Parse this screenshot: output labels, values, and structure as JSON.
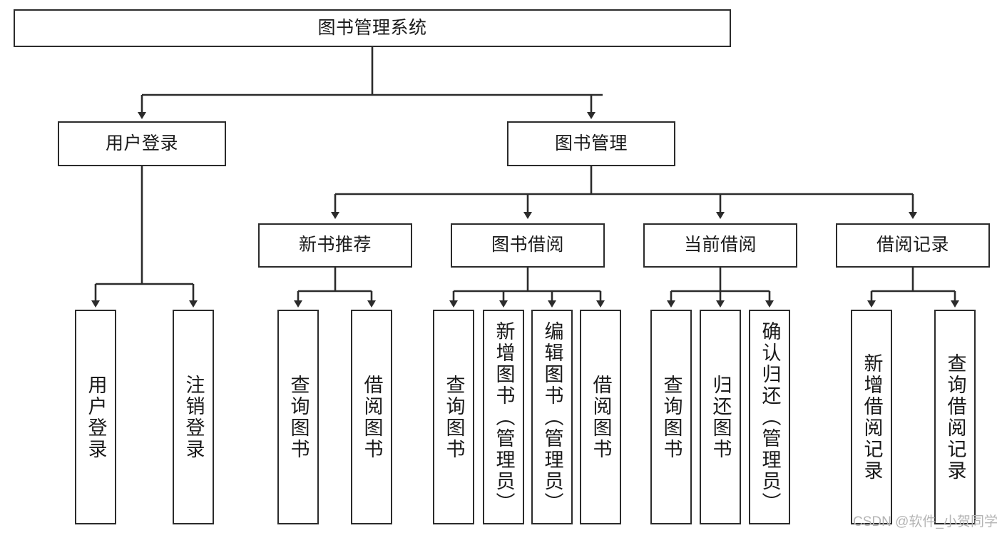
{
  "diagram": {
    "title": "图书管理系统",
    "type": "tree-hierarchy",
    "root": {
      "label": "图书管理系统"
    },
    "level2": [
      {
        "label": "用户登录"
      },
      {
        "label": "图书管理"
      }
    ],
    "level3": [
      {
        "label": "新书推荐"
      },
      {
        "label": "图书借阅"
      },
      {
        "label": "当前借阅"
      },
      {
        "label": "借阅记录"
      }
    ],
    "leaves": {
      "user_login": [
        {
          "label": "用户登录"
        },
        {
          "label": "注销登录"
        }
      ],
      "new_book_recommend": [
        {
          "label": "查询图书"
        },
        {
          "label": "借阅图书"
        }
      ],
      "book_borrow": [
        {
          "label": "查询图书"
        },
        {
          "label": "新增图书（管理员）"
        },
        {
          "label": "编辑图书（管理员）"
        },
        {
          "label": "借阅图书"
        }
      ],
      "current_borrow": [
        {
          "label": "查询图书"
        },
        {
          "label": "归还图书"
        },
        {
          "label": "确认归还（管理员）"
        }
      ],
      "borrow_record": [
        {
          "label": "新增借阅记录"
        },
        {
          "label": "查询借阅记录"
        }
      ]
    }
  },
  "watermark": {
    "text": "CSDN @软件_小贺同学"
  },
  "colors": {
    "border": "#2b2b2b",
    "text": "#1a1a1a",
    "background": "#ffffff",
    "watermark": "#b4b4b4"
  }
}
